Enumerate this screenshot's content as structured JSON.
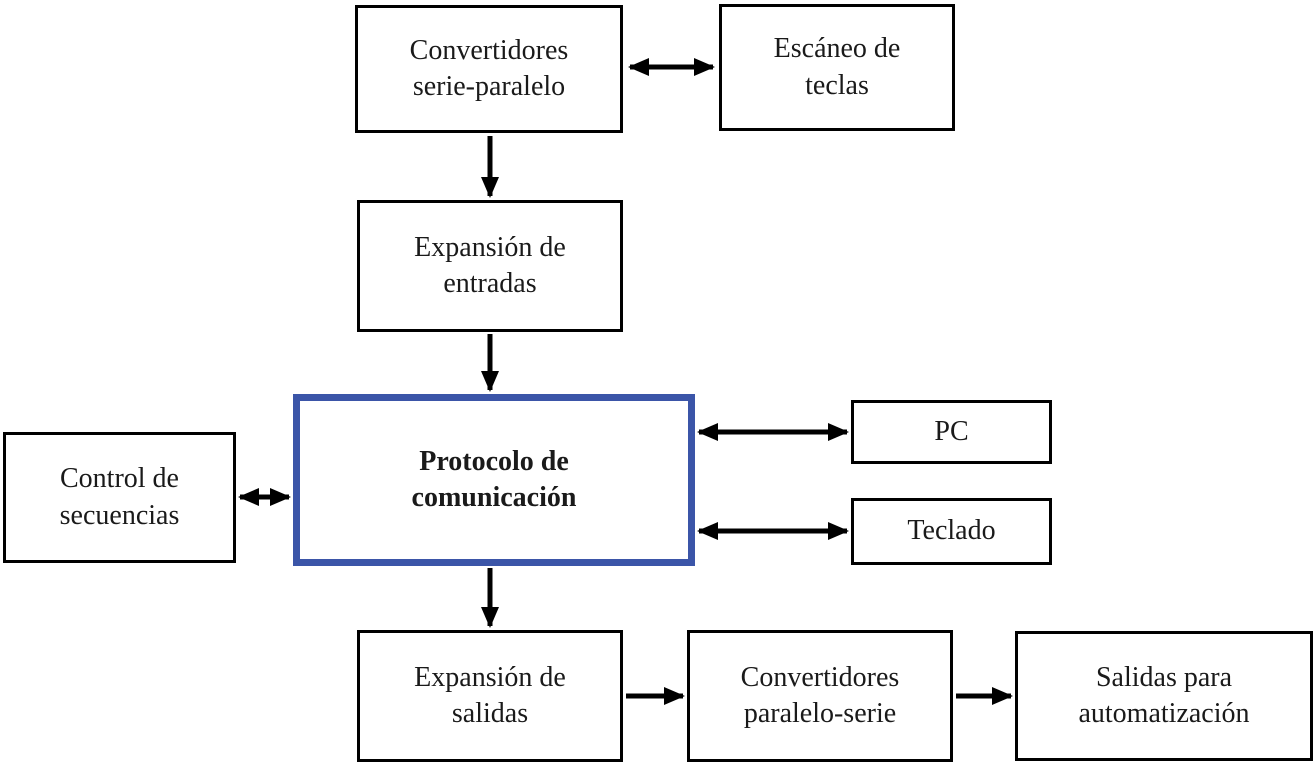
{
  "diagram": {
    "accent_border_color": "#3b55a8",
    "box_border_color": "#000000",
    "arrow_color": "#000000",
    "nodes": {
      "convertidores_serie_paralelo": {
        "label": "Convertidores serie-paralelo"
      },
      "escaneo_teclas": {
        "label": "Escáneo de teclas"
      },
      "expansion_entradas": {
        "label": "Expansión de entradas"
      },
      "protocolo_comunicacion": {
        "label": "Protocolo de comunicación"
      },
      "control_secuencias": {
        "label": "Control de secuencias"
      },
      "pc": {
        "label": "PC"
      },
      "teclado": {
        "label": "Teclado"
      },
      "expansion_salidas": {
        "label": "Expansión de salidas"
      },
      "convertidores_paralelo_serie": {
        "label": "Convertidores paralelo-serie"
      },
      "salidas_automatizacion": {
        "label": "Salidas para automatización"
      }
    },
    "edges": [
      {
        "from": "convertidores_serie_paralelo",
        "to": "escaneo_teclas",
        "direction": "both"
      },
      {
        "from": "convertidores_serie_paralelo",
        "to": "expansion_entradas",
        "direction": "forward"
      },
      {
        "from": "expansion_entradas",
        "to": "protocolo_comunicacion",
        "direction": "forward"
      },
      {
        "from": "control_secuencias",
        "to": "protocolo_comunicacion",
        "direction": "both"
      },
      {
        "from": "protocolo_comunicacion",
        "to": "pc",
        "direction": "both"
      },
      {
        "from": "protocolo_comunicacion",
        "to": "teclado",
        "direction": "both"
      },
      {
        "from": "protocolo_comunicacion",
        "to": "expansion_salidas",
        "direction": "forward"
      },
      {
        "from": "expansion_salidas",
        "to": "convertidores_paralelo_serie",
        "direction": "forward"
      },
      {
        "from": "convertidores_paralelo_serie",
        "to": "salidas_automatizacion",
        "direction": "forward"
      }
    ]
  }
}
